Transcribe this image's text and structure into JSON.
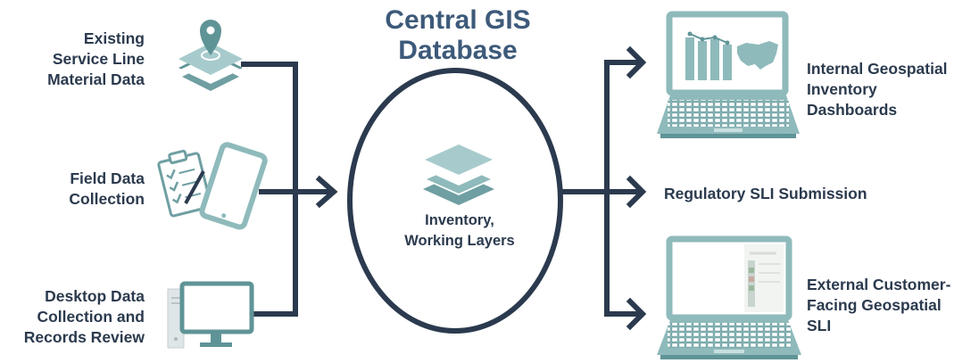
{
  "title": {
    "line1": "Central GIS",
    "line2": "Database"
  },
  "center": {
    "line1": "Inventory,",
    "line2": "Working Layers"
  },
  "inputs": [
    {
      "lines": [
        "Existing",
        "Service Line",
        "Material Data"
      ],
      "icon": "map-pin-layers-icon"
    },
    {
      "lines": [
        "Field Data",
        "Collection"
      ],
      "icon": "clipboard-tablet-icon"
    },
    {
      "lines": [
        "Desktop Data",
        "Collection and",
        "Records Review"
      ],
      "icon": "desktop-computer-icon"
    }
  ],
  "outputs": [
    {
      "lines": [
        "Internal Geospatial",
        "Inventory",
        "Dashboards"
      ],
      "icon": "laptop-dashboard-icon"
    },
    {
      "lines": [
        "Regulatory SLI Submission"
      ]
    },
    {
      "lines": [
        "External Customer-",
        "Facing Geospatial",
        "SLI"
      ],
      "icon": "laptop-map-icon"
    }
  ],
  "colors": {
    "navy": "#2b3a4e",
    "teal": "#8fbabb",
    "teal_dark": "#5f9497",
    "title_blue": "#3d5a7a"
  }
}
